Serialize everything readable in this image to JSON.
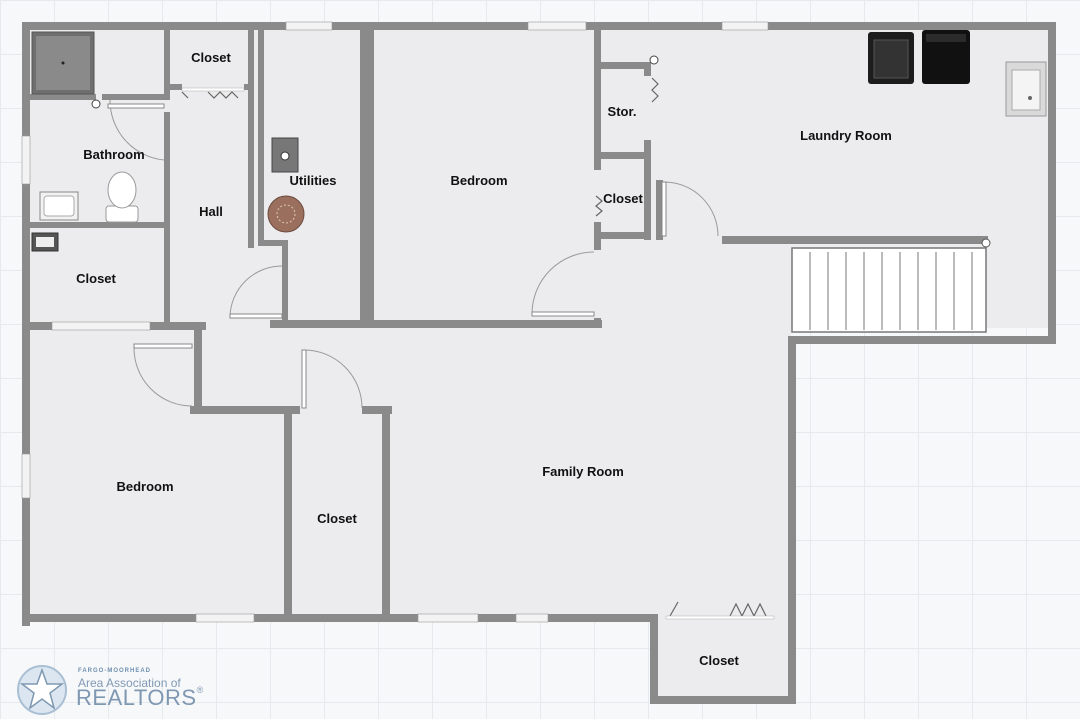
{
  "floor_plan": {
    "colors": {
      "wall": "#8a8a8a",
      "floor": "#ececee",
      "background": "#f7f8fa"
    },
    "rooms": [
      {
        "id": "closet-top-left",
        "label": "Closet"
      },
      {
        "id": "bathroom",
        "label": "Bathroom"
      },
      {
        "id": "hall",
        "label": "Hall"
      },
      {
        "id": "utilities",
        "label": "Utilities"
      },
      {
        "id": "bedroom-north",
        "label": "Bedroom"
      },
      {
        "id": "storage",
        "label": "Stor."
      },
      {
        "id": "closet-mid",
        "label": "Closet"
      },
      {
        "id": "laundry-room",
        "label": "Laundry Room"
      },
      {
        "id": "closet-left",
        "label": "Closet"
      },
      {
        "id": "bedroom-southwest",
        "label": "Bedroom"
      },
      {
        "id": "closet-center",
        "label": "Closet"
      },
      {
        "id": "family-room",
        "label": "Family Room"
      },
      {
        "id": "closet-bottom",
        "label": "Closet"
      }
    ]
  },
  "logo": {
    "top_line": "FARGO-MOORHEAD",
    "middle_line": "Area Association of",
    "main_line": "REALTORS",
    "registered_mark": "®"
  }
}
